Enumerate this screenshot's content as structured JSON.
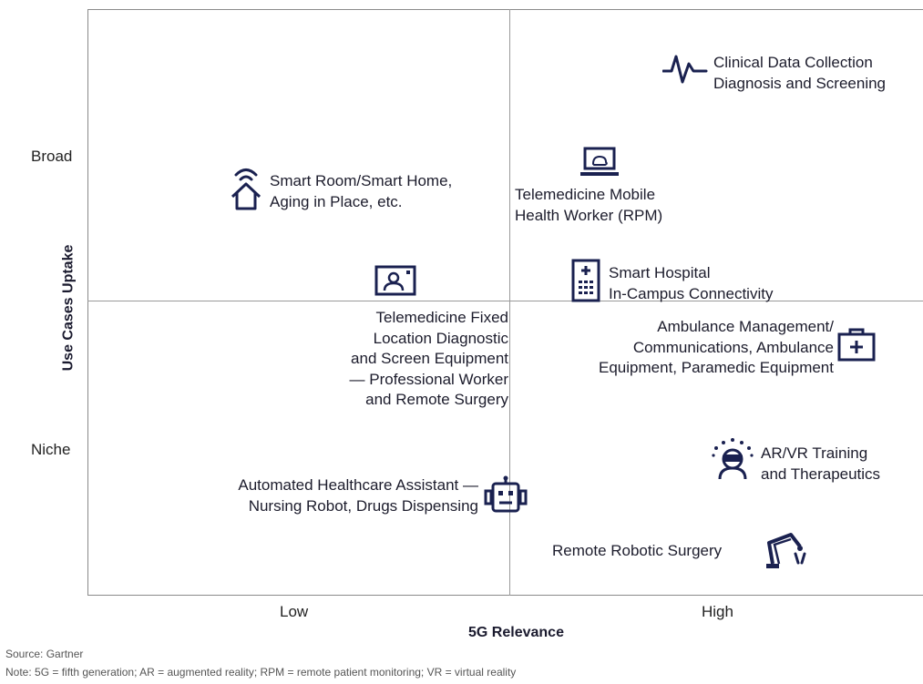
{
  "axes": {
    "y_title": "Use Cases Uptake",
    "x_title": "5G Relevance",
    "y_ticks": [
      "Broad",
      "Niche"
    ],
    "x_ticks": [
      "Low",
      "High"
    ]
  },
  "items": {
    "clinical": [
      "Clinical Data Collection",
      "Diagnosis and Screening"
    ],
    "smartroom": [
      "Smart Room/Smart Home,",
      "Aging in Place, etc."
    ],
    "telemobile": [
      "Telemedicine Mobile",
      "Health Worker (RPM)"
    ],
    "smarthospital": [
      "Smart Hospital",
      "In-Campus Connectivity"
    ],
    "telefixed": [
      "Telemedicine Fixed",
      "Location Diagnostic",
      "and Screen Equipment",
      "— Professional Worker",
      "and Remote Surgery"
    ],
    "ambulance": [
      "Ambulance Management/",
      "Communications, Ambulance",
      "Equipment, Paramedic Equipment"
    ],
    "arvr": [
      "AR/VR Training",
      "and Therapeutics"
    ],
    "robot": [
      "Automated Healthcare Assistant —",
      "Nursing Robot, Drugs Dispensing"
    ],
    "surgery": [
      "Remote Robotic Surgery"
    ]
  },
  "icons": {
    "clinical": "heartbeat-icon",
    "smartroom": "smart-home-icon",
    "telemobile": "laptop-icon",
    "smarthospital": "hospital-building-icon",
    "telefixed": "video-monitor-icon",
    "ambulance": "medical-kit-icon",
    "arvr": "vr-headset-icon",
    "robot": "robot-icon",
    "surgery": "robotic-arm-icon"
  },
  "footer": {
    "source": "Source: Gartner",
    "note": "Note: 5G = fifth generation; AR = augmented reality; RPM = remote patient monitoring; VR = virtual reality"
  },
  "colors": {
    "icon": "#1a2150",
    "text": "#1c1c2c",
    "grid": "#9a9a9a"
  }
}
